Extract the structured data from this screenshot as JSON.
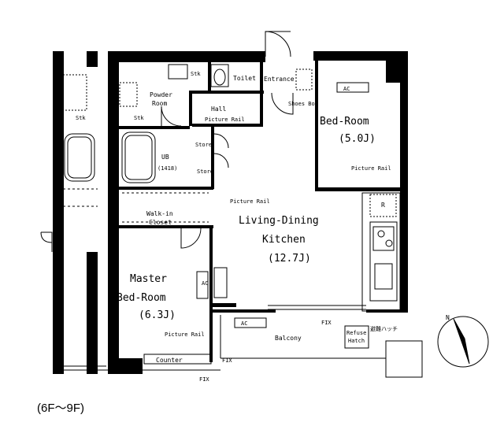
{
  "rooms": {
    "toilet": "Toilet",
    "entrance": "Entrance",
    "powder_room_1": "Powder",
    "powder_room_2": "Room",
    "hall": "Hall",
    "shoes_box": "Shoes Box",
    "bedroom_name": "Bed-Room",
    "bedroom_size": "(5.0J)",
    "ub_name": "UB",
    "ub_size": "(1418)",
    "store_1": "Store",
    "store_2": "Store",
    "wic_1": "Walk-in",
    "wic_2": "Closet",
    "ldk_1": "Living-Dining",
    "ldk_2": "Kitchen",
    "ldk_size": "(12.7J)",
    "master_1": "Master",
    "master_2": "Bed-Room",
    "master_size": "(6.3J)",
    "balcony": "Balcony",
    "counter": "Counter"
  },
  "labels": {
    "picture_rail": "Picture Rail",
    "ac": "AC",
    "fix": "FIX",
    "stock": "Stk",
    "refrigerator": "R",
    "outdoor_unit_1": "Refuse",
    "outdoor_unit_2": "Hatch",
    "hatch_note": "避難ハッチ",
    "north": "N"
  },
  "floor_note": "(6F～9F)"
}
